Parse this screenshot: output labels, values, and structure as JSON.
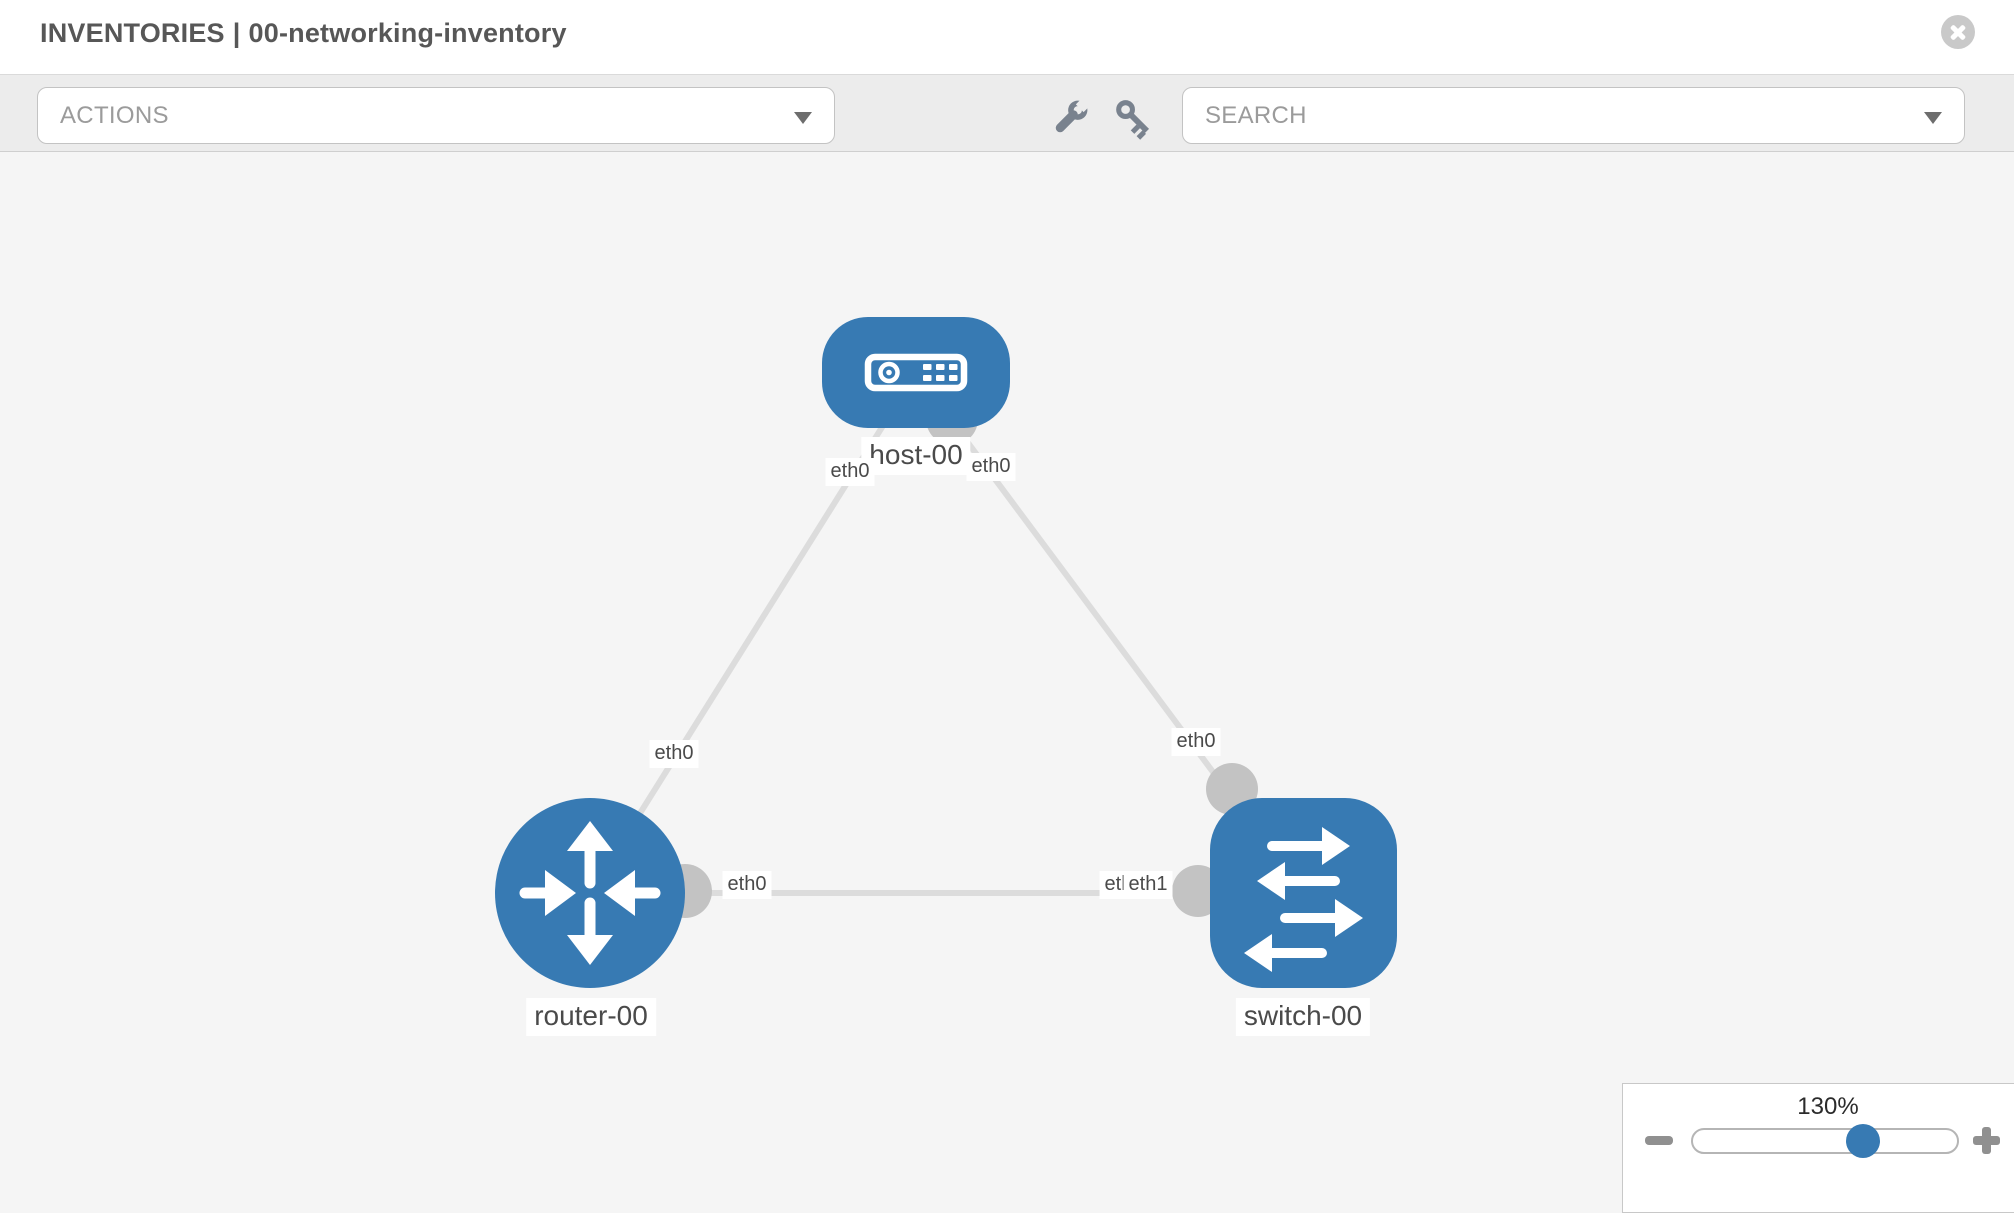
{
  "header": {
    "section": "INVENTORIES",
    "separator": "|",
    "inventory_name": "00-networking-inventory"
  },
  "toolbar": {
    "actions_dropdown": {
      "label": "ACTIONS"
    },
    "search_dropdown": {
      "placeholder": "SEARCH"
    },
    "icons": [
      "wrench-icon",
      "key-icon"
    ]
  },
  "topology": {
    "nodes": [
      {
        "id": "host-00",
        "label": "host-00",
        "type": "host"
      },
      {
        "id": "router-00",
        "label": "router-00",
        "type": "router"
      },
      {
        "id": "switch-00",
        "label": "switch-00",
        "type": "switch"
      }
    ],
    "links": [
      {
        "from": "host-00",
        "to": "router-00"
      },
      {
        "from": "host-00",
        "to": "switch-00"
      },
      {
        "from": "router-00",
        "to": "switch-00"
      }
    ],
    "interface_labels": {
      "host_left": "eth0",
      "host_right": "eth0",
      "router_top": "eth0",
      "router_right": "eth0",
      "switch_top": "eth0",
      "switch_left_under": "eth0",
      "switch_left_over": "eth1"
    }
  },
  "zoom_control": {
    "level": "130%"
  },
  "colors": {
    "node_blue": "#377ab3",
    "link_gray": "#dcdcdc",
    "connector_gray": "#c3c3c3",
    "canvas_bg": "#f5f5f5",
    "toolbar_bg": "#ececec"
  }
}
